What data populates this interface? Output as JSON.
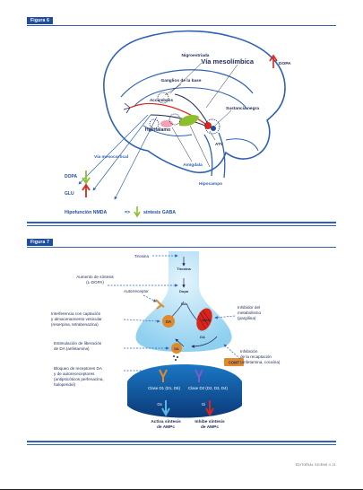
{
  "figure6": {
    "label": "Figura 6",
    "labels": {
      "nigroestriada": "Nigroestriada",
      "via_mesolimbica": "Vía mesolímbica",
      "dopa_top": "DOPA",
      "ganglios": "Ganglios de la base",
      "accumbens": "Accumbens",
      "sustancia_negra": "Sustancia negra",
      "hipotalamo": "Hipotálamo",
      "atv": "ATV",
      "via_mesocortical": "Vía mesocortical",
      "amigdala": "Amígdala",
      "hipocampo": "Hipocampo",
      "dopa_left": "DOPA",
      "glu": "GLU",
      "hipofuncion": "Hipofunción NMDA",
      "arrow_sym": "=>",
      "sintesis_gaba": "síntesis GABA"
    }
  },
  "figure7": {
    "label": "Figura 7",
    "labels": {
      "tirosina": "Tirosina",
      "tirosina_inner": "Tirosina",
      "dopa": "Dopa",
      "da_upper": "DA",
      "autorreceptor": "Autorreceptor",
      "aumento_line1": "Aumento de síntesis",
      "aumento_line2": "(L-DOPA)",
      "interf_line1": "Interferencia con captación",
      "interf_line2": "y almacenamiento vesicular",
      "interf_line3": "(reserpina, tetrabenazina)",
      "estim_line1": "Estimulación de liberación",
      "estim_line2": "de DA (anfetamina)",
      "bloqueo_line1": "Bloqueo de receptores DA",
      "bloqueo_line2": "y de autorececeptores",
      "bloqueo_line3": "(antipsicóticos perfenacina,",
      "bloqueo_line4": "haloperidol)",
      "inhib_met_line1": "Inhibidor del",
      "inhib_met_line2": "metabolismo",
      "inhib_met_line3": "(pargilina)",
      "inhib_rec_line1": "Inhibición",
      "inhib_rec_line2": "de la recaptación",
      "inhib_rec_line3": "(anfetamina, cocaína)",
      "da_vesicle": "DA",
      "mao": "MAO",
      "da_lower": "DA",
      "da_release": "DA",
      "comt": "COMT",
      "clase_d1": "Clase D1 (D1, D5)",
      "clase_d2": "Clase D2 (D2, D3, D4)",
      "gs": "Gs",
      "gi": "Gi",
      "activa_line1": "Activa síntesis",
      "activa_line2": "de AMPc",
      "inhibe_line1": "Inhibe síntesis",
      "inhibe_line2": "de AMPc"
    }
  },
  "footer": "EDITORIAL SCIENS // 21",
  "colors": {
    "blue": "#1f4e9c",
    "navy": "#1c2a55",
    "orange": "#e08a2e",
    "red": "#d9261c",
    "green": "#8cbf2e",
    "light_blue": "#5bb8e6"
  }
}
